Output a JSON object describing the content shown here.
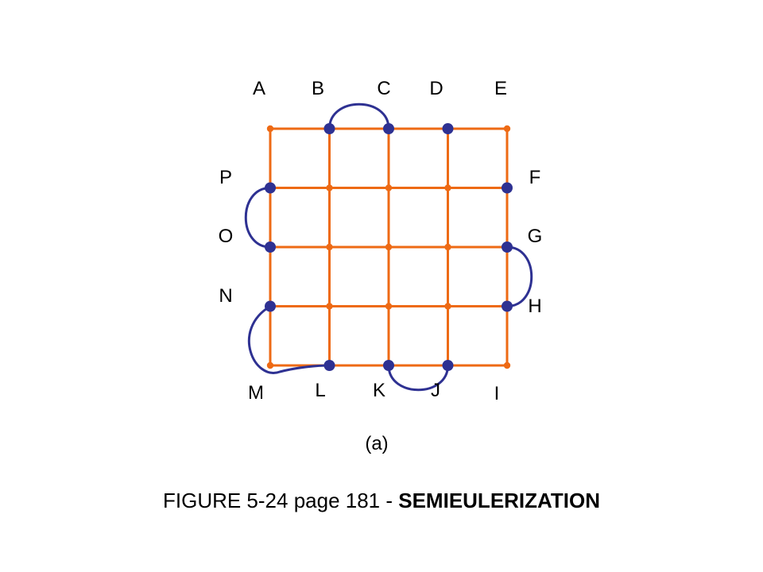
{
  "colors": {
    "grid_edge": "#ee6a14",
    "added_edge": "#2e3192",
    "large_vertex": "#2e3192",
    "small_vertex": "#ee6a14",
    "text": "#000000"
  },
  "vertex_labels": {
    "A": "A",
    "B": "B",
    "C": "C",
    "D": "D",
    "E": "E",
    "F": "F",
    "G": "G",
    "H": "H",
    "I": "I",
    "J": "J",
    "K": "K",
    "L": "L",
    "M": "M",
    "N": "N",
    "O": "O",
    "P": "P"
  },
  "grid": {
    "rows": 5,
    "cols": 5,
    "odd_degree_vertices": [
      "B",
      "C",
      "D",
      "F",
      "G",
      "H",
      "J",
      "K",
      "L",
      "N",
      "O",
      "P"
    ],
    "added_edges": [
      [
        "B",
        "C"
      ],
      [
        "P",
        "O"
      ],
      [
        "G",
        "H"
      ],
      [
        "N",
        "L"
      ],
      [
        "K",
        "J"
      ]
    ]
  },
  "subfigure_label": "(a)",
  "caption": {
    "prefix": "FIGURE 5-24 page 181 - ",
    "title": "SEMIEULERIZATION"
  }
}
